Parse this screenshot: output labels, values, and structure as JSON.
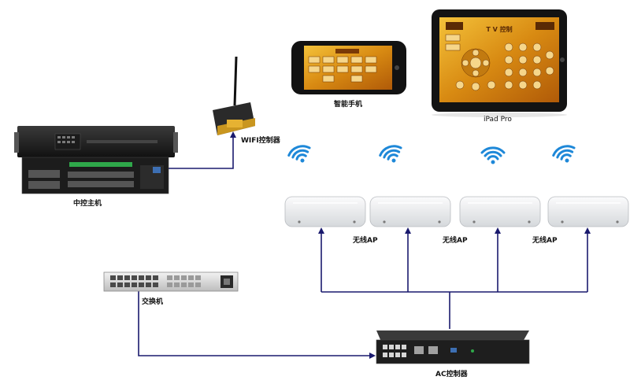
{
  "labels": {
    "central_controller": "中控主机",
    "wifi_controller": "WIFI控制器",
    "smartphone": "智能手机",
    "ipad": "iPad Pro",
    "wireless_ap_1": "无线AP",
    "wireless_ap_2": "无线AP",
    "wireless_ap_3": "无线AP",
    "switch": "交换机",
    "ac_controller": "AC控制器"
  },
  "screens": {
    "ipad_title": "T V 控制"
  },
  "colors": {
    "link_line": "#1a1a6e",
    "wifi_signal": "#1e88d8",
    "screen_gold": "#e0a01c",
    "device_dark": "#2a2a2a",
    "ap_white": "#eceef0",
    "port_green": "#2fa84a"
  }
}
